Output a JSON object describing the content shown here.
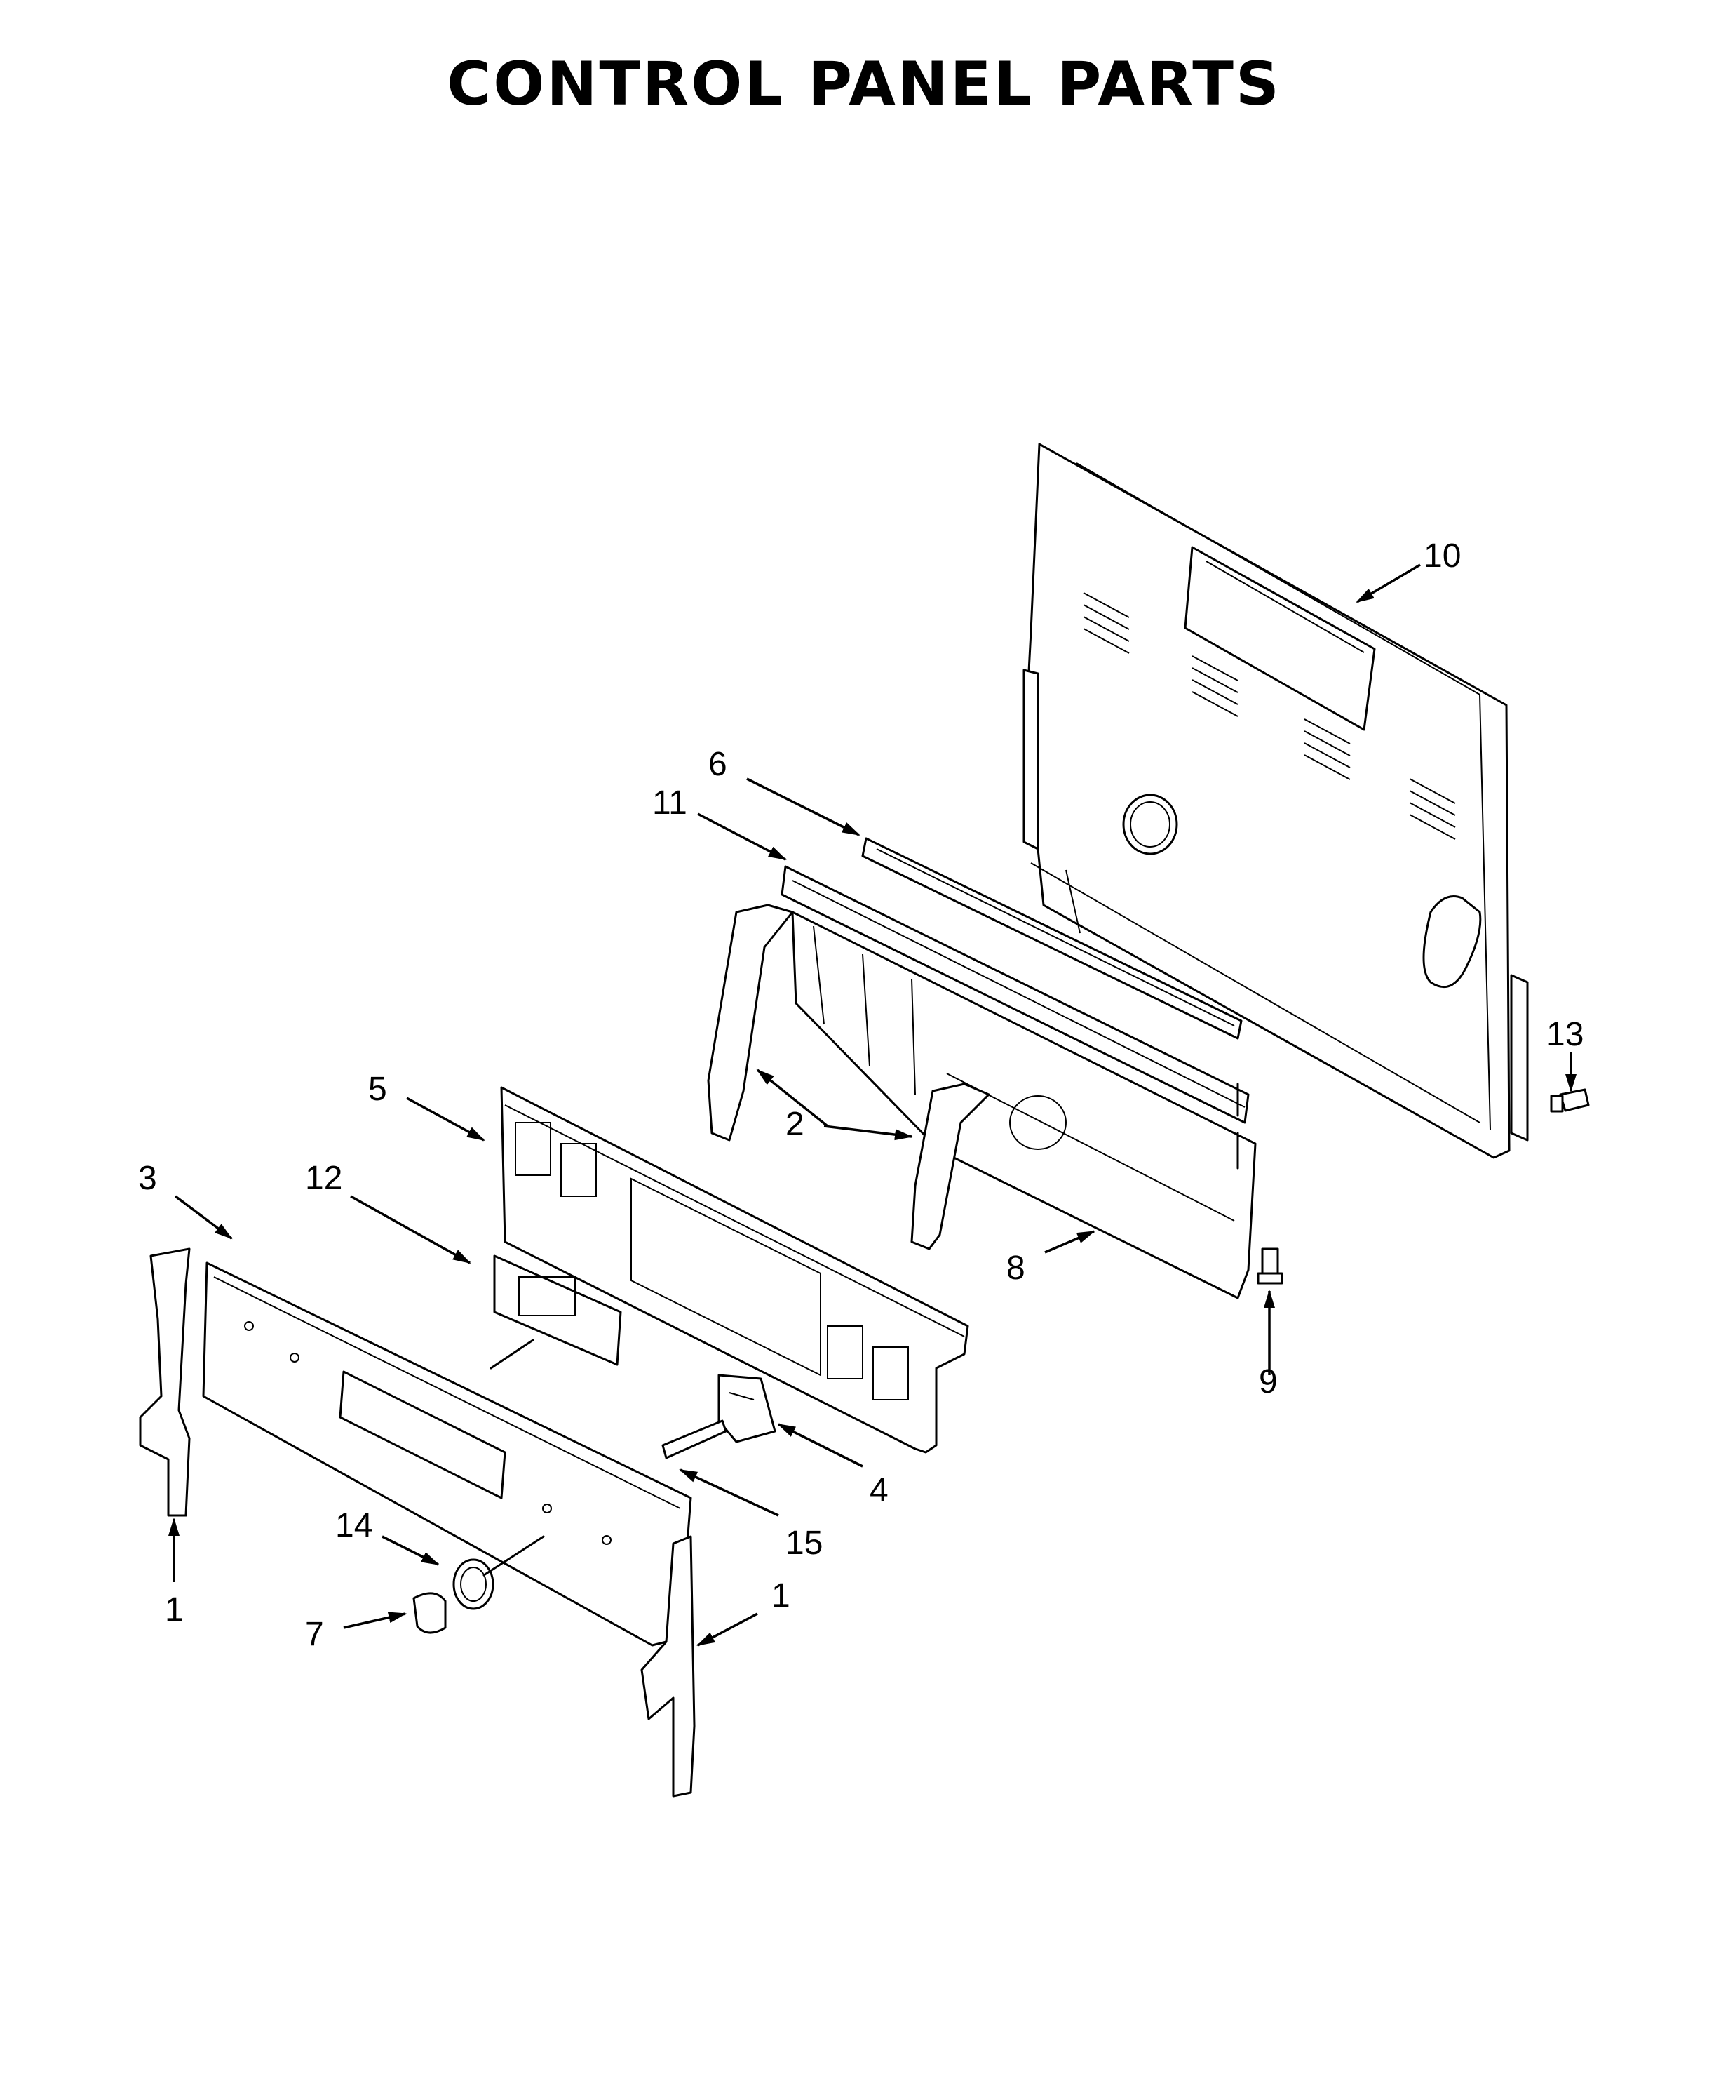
{
  "title": "CONTROL PANEL PARTS",
  "callouts": [
    {
      "id": "c10",
      "label": "10"
    },
    {
      "id": "c6",
      "label": "6"
    },
    {
      "id": "c11",
      "label": "11"
    },
    {
      "id": "c13",
      "label": "13"
    },
    {
      "id": "c5",
      "label": "5"
    },
    {
      "id": "c2",
      "label": "2"
    },
    {
      "id": "c3",
      "label": "3"
    },
    {
      "id": "c12",
      "label": "12"
    },
    {
      "id": "c8",
      "label": "8"
    },
    {
      "id": "c9",
      "label": "9"
    },
    {
      "id": "c4",
      "label": "4"
    },
    {
      "id": "c15",
      "label": "15"
    },
    {
      "id": "c14",
      "label": "14"
    },
    {
      "id": "c1a",
      "label": "1"
    },
    {
      "id": "c1b",
      "label": "1"
    },
    {
      "id": "c7",
      "label": "7"
    }
  ]
}
